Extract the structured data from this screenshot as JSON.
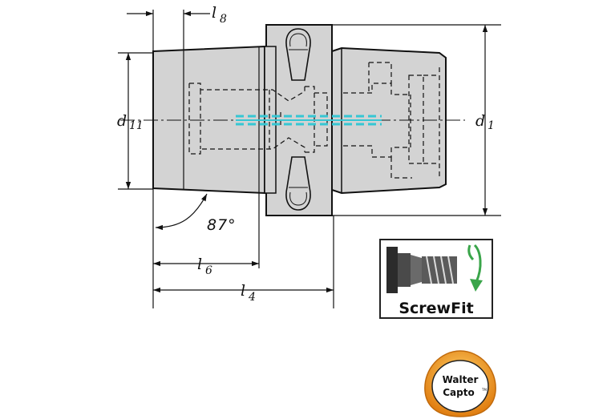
{
  "dimensions": {
    "l8": {
      "main": "l",
      "sub": "8"
    },
    "l6": {
      "main": "l",
      "sub": "6"
    },
    "l4": {
      "main": "l",
      "sub": "4"
    },
    "d11": {
      "main": "d",
      "sub": "11"
    },
    "d1": {
      "main": "d",
      "sub": "1"
    }
  },
  "angle_label": "87°",
  "screwfit_badge": {
    "label": "ScrewFit"
  },
  "logo": {
    "line1": "Walter",
    "line2": "Capto",
    "tm": "TM"
  },
  "colors": {
    "body_fill": "#d3d3d3",
    "outline": "#111111",
    "centerline_highlight": "#36c6d3",
    "logo_ring": "#e89a1a",
    "arrow_green": "#3aa54a"
  }
}
